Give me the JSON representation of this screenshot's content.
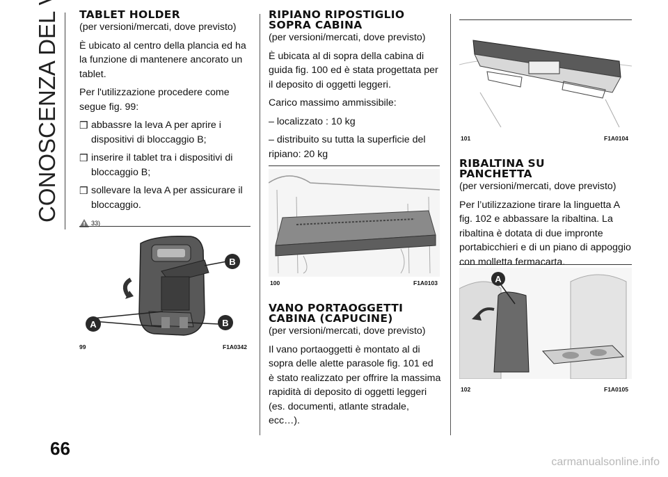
{
  "side_title": "CONOSCENZA DEL VEICOLO",
  "page_number": "66",
  "watermark": "carmanualsonline.info",
  "col1": {
    "heading": "TABLET HOLDER",
    "sub": "(per versioni/mercati, dove previsto)",
    "p1": "È ubicato al centro della plancia ed ha la funzione di mantenere ancorato un tablet.",
    "p2": "Per l'utilizzazione procedere come segue fig. 99:",
    "bullets": [
      "abbassre la leva A per aprire i dispositivi di bloccaggio B;",
      "inserire il tablet tra i dispositivi di bloccaggio B;",
      "sollevare la leva A per assicurare il bloccaggio."
    ],
    "bullet_glyph": "❒",
    "warning_ref": "33)",
    "figure": {
      "number": "99",
      "code": "F1A0342",
      "labels": [
        "B",
        "A",
        "B"
      ]
    }
  },
  "col2": {
    "heading1_l1": "RIPIANO RIPOSTIGLIO",
    "heading1_l2": "SOPRA CABINA",
    "sub1": "(per versioni/mercati, dove previsto)",
    "p1": "È ubicata al di sopra della cabina di guida fig. 100 ed è stata progettata per il deposito di oggetti leggeri.",
    "p2": "Carico massimo ammissibile:",
    "p3": "– localizzato : 10 kg",
    "p4": "– distribuito su tutta la superficie del ripiano: 20 kg",
    "figure": {
      "number": "100",
      "code": "F1A0103"
    },
    "heading2_l1": "VANO PORTAOGGETTI",
    "heading2_l2": "CABINA (CAPUCINE)",
    "sub2": "(per versioni/mercati, dove previsto)",
    "p5": "Il vano portaoggetti è montato al di sopra delle alette parasole fig. 101 ed è stato realizzato per offrire la massima rapidità di deposito di oggetti leggeri (es. documenti, atlante stradale, ecc…)."
  },
  "col3": {
    "figure1": {
      "number": "101",
      "code": "F1A0104"
    },
    "heading_l1": "RIBALTINA SU",
    "heading_l2": "PANCHETTA",
    "sub": "(per versioni/mercati, dove previsto)",
    "p1": "Per l’utilizzazione tirare la linguetta A fig. 102 e abbassare la ribaltina. La ribaltina è dotata di due impronte portabicchieri e di un piano di appoggio con molletta fermacarta.",
    "figure2": {
      "number": "102",
      "code": "F1A0105",
      "label": "A"
    }
  }
}
